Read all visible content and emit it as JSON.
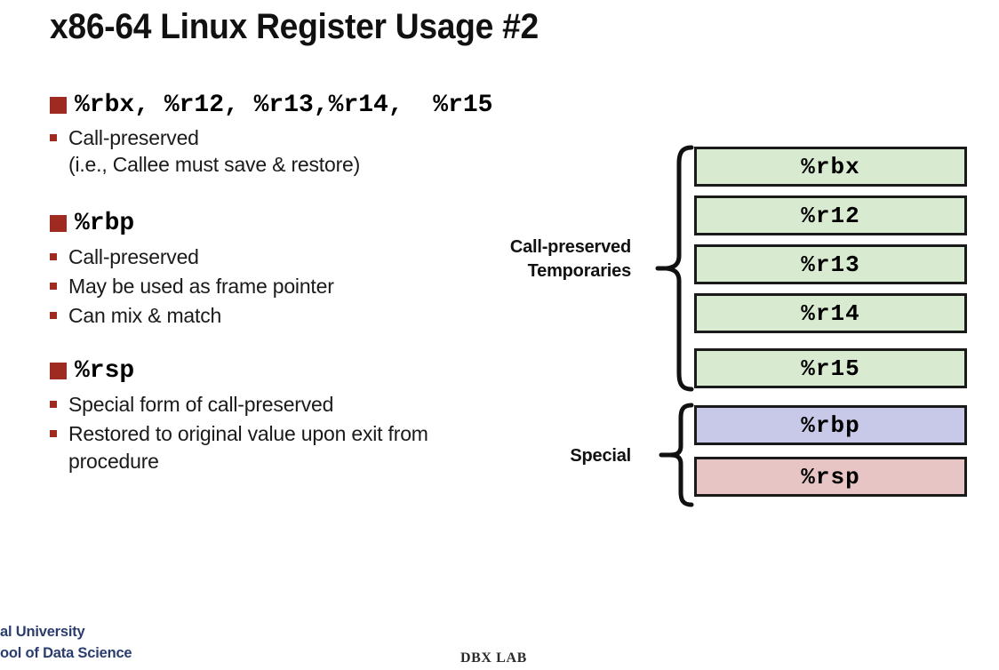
{
  "slide": {
    "title": "x86-64 Linux Register Usage #2"
  },
  "topics": [
    {
      "heading": "%rbx, %r12, %r13,%r14,  %r15",
      "bullets": [
        "Call-preserved\n(i.e., Callee must save & restore)"
      ]
    },
    {
      "heading": "%rbp",
      "bullets": [
        "Call-preserved",
        "May be used as frame pointer",
        "Can mix & match"
      ]
    },
    {
      "heading": "%rsp",
      "bullets": [
        "Special form of call-preserved",
        "Restored to original value upon exit from\nprocedure"
      ]
    }
  ],
  "diagram": {
    "groups": [
      {
        "label": "Call-preserved\nTemporaries"
      },
      {
        "label": "Special"
      }
    ],
    "registers": [
      {
        "name": "%rbx",
        "color": "#d8ead0"
      },
      {
        "name": "%r12",
        "color": "#d8ead0"
      },
      {
        "name": "%r13",
        "color": "#d8ead0"
      },
      {
        "name": "%r14",
        "color": "#d8ead0"
      },
      {
        "name": "%r15",
        "color": "#d8ead0"
      },
      {
        "name": "%rbp",
        "color": "#c8c8e8"
      },
      {
        "name": "%rsp",
        "color": "#e7c5c5"
      }
    ]
  },
  "footer": {
    "org_line1": "al University",
    "org_line2": "ool of Data Science",
    "lab": "DBX LAB"
  },
  "colors": {
    "marker_red": "#9e2a20",
    "green_box": "#d8ead0",
    "lavender_box": "#c8c8e8",
    "pink_box": "#e7c5c5",
    "footer_blue": "#2a3d6e"
  }
}
